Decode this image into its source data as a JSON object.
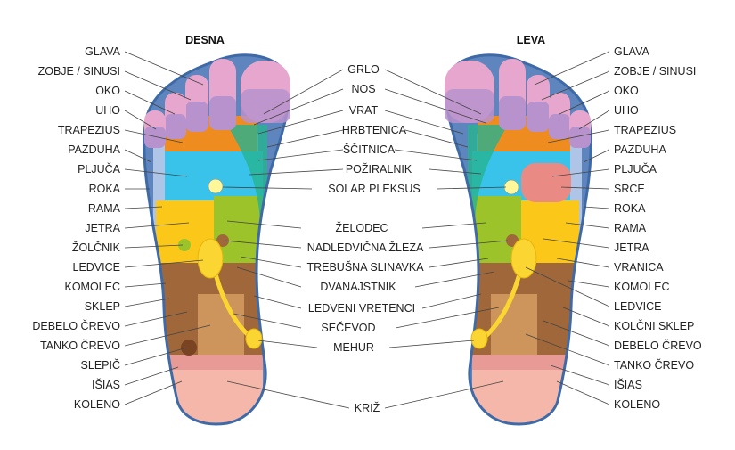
{
  "headings": {
    "left": "DESNA",
    "right": "LEVA"
  },
  "left_labels": [
    "GLAVA",
    "ZOBJE / SINUSI",
    "OKO",
    "UHO",
    "TRAPEZIUS",
    "PAZDUHA",
    "PLJUČA",
    "ROKA",
    "RAMA",
    "JETRA",
    "ŽOLČNIK",
    "LEDVICE",
    "KOMOLEC",
    "SKLEP",
    "DEBELO ČREVO",
    "TANKO ČREVO",
    "SLEPIČ",
    "IŠIAS",
    "KOLENO"
  ],
  "center_labels": [
    "GRLO",
    "NOS",
    "VRAT",
    "HRBTENICA",
    "ŠČITNICA",
    "POŽIRALNIK",
    "SOLAR PLEKSUS",
    "ŽELODEC",
    "NADLEDVIČNA ŽLEZA",
    "TREBUŠNA SLINAVKA",
    "DVANAJSTNIK",
    "LEDVENI VRETENCI",
    "SEČEVOD",
    "MEHUR",
    "KRIŽ"
  ],
  "right_labels": [
    "GLAVA",
    "ZOBJE / SINUSI",
    "OKO",
    "UHO",
    "TRAPEZIUS",
    "PAZDUHA",
    "PLJUČA",
    "SRCE",
    "ROKA",
    "RAMA",
    "JETRA",
    "VRANICA",
    "KOMOLEC",
    "LEDVICE",
    "KOLČNI SKLEP",
    "DEBELO ČREVO",
    "TANKO ČREVO",
    "IŠIAS",
    "KOLENO"
  ],
  "colors": {
    "toe_pink": "#e7a6cd",
    "toe_purple": "#b792cc",
    "orange": "#ee8c1f",
    "cyan": "#39c3ea",
    "yellow": "#fbc81a",
    "lime": "#9dc32b",
    "brown": "#a0683a",
    "tan": "#cd955c",
    "heel": "#f4b7aa",
    "blue_edge": "#5e85bd",
    "light_blue": "#aec5e7",
    "teal": "#25b390",
    "heart": "#ea8a84",
    "bladder_yellow": "#ffe94f"
  }
}
